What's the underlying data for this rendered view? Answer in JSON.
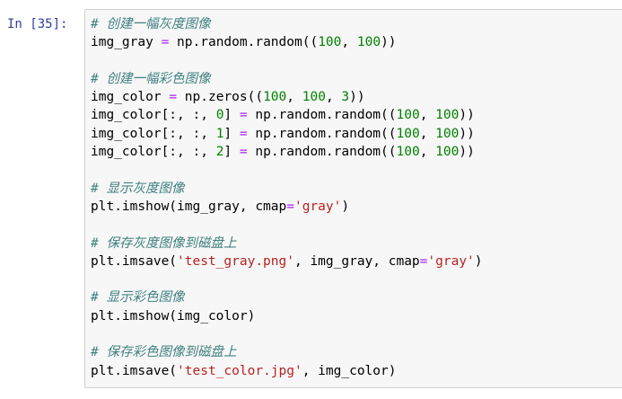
{
  "prompt": {
    "label": "In [35]:"
  },
  "lines": [
    [
      {
        "t": "# 创建一幅灰度图像",
        "c": "comment"
      }
    ],
    [
      {
        "t": "img_gray ",
        "c": "text"
      },
      {
        "t": "=",
        "c": "op"
      },
      {
        "t": " np.random.random((",
        "c": "text"
      },
      {
        "t": "100",
        "c": "num"
      },
      {
        "t": ", ",
        "c": "text"
      },
      {
        "t": "100",
        "c": "num"
      },
      {
        "t": "))",
        "c": "text"
      }
    ],
    [],
    [
      {
        "t": "# 创建一幅彩色图像",
        "c": "comment"
      }
    ],
    [
      {
        "t": "img_color ",
        "c": "text"
      },
      {
        "t": "=",
        "c": "op"
      },
      {
        "t": " np.zeros((",
        "c": "text"
      },
      {
        "t": "100",
        "c": "num"
      },
      {
        "t": ", ",
        "c": "text"
      },
      {
        "t": "100",
        "c": "num"
      },
      {
        "t": ", ",
        "c": "text"
      },
      {
        "t": "3",
        "c": "num"
      },
      {
        "t": "))",
        "c": "text"
      }
    ],
    [
      {
        "t": "img_color[:, :, ",
        "c": "text"
      },
      {
        "t": "0",
        "c": "num"
      },
      {
        "t": "] ",
        "c": "text"
      },
      {
        "t": "=",
        "c": "op"
      },
      {
        "t": " np.random.random((",
        "c": "text"
      },
      {
        "t": "100",
        "c": "num"
      },
      {
        "t": ", ",
        "c": "text"
      },
      {
        "t": "100",
        "c": "num"
      },
      {
        "t": "))",
        "c": "text"
      }
    ],
    [
      {
        "t": "img_color[:, :, ",
        "c": "text"
      },
      {
        "t": "1",
        "c": "num"
      },
      {
        "t": "] ",
        "c": "text"
      },
      {
        "t": "=",
        "c": "op"
      },
      {
        "t": " np.random.random((",
        "c": "text"
      },
      {
        "t": "100",
        "c": "num"
      },
      {
        "t": ", ",
        "c": "text"
      },
      {
        "t": "100",
        "c": "num"
      },
      {
        "t": "))",
        "c": "text"
      }
    ],
    [
      {
        "t": "img_color[:, :, ",
        "c": "text"
      },
      {
        "t": "2",
        "c": "num"
      },
      {
        "t": "] ",
        "c": "text"
      },
      {
        "t": "=",
        "c": "op"
      },
      {
        "t": " np.random.random((",
        "c": "text"
      },
      {
        "t": "100",
        "c": "num"
      },
      {
        "t": ", ",
        "c": "text"
      },
      {
        "t": "100",
        "c": "num"
      },
      {
        "t": "))",
        "c": "text"
      }
    ],
    [],
    [
      {
        "t": "# 显示灰度图像",
        "c": "comment"
      }
    ],
    [
      {
        "t": "plt.imshow(img_gray, cmap",
        "c": "text"
      },
      {
        "t": "=",
        "c": "op"
      },
      {
        "t": "'gray'",
        "c": "str"
      },
      {
        "t": ")",
        "c": "text"
      }
    ],
    [],
    [
      {
        "t": "# 保存灰度图像到磁盘上",
        "c": "comment"
      }
    ],
    [
      {
        "t": "plt.imsave(",
        "c": "text"
      },
      {
        "t": "'test_gray.png'",
        "c": "str"
      },
      {
        "t": ", img_gray, cmap",
        "c": "text"
      },
      {
        "t": "=",
        "c": "op"
      },
      {
        "t": "'gray'",
        "c": "str"
      },
      {
        "t": ")",
        "c": "text"
      }
    ],
    [],
    [
      {
        "t": "# 显示彩色图像",
        "c": "comment"
      }
    ],
    [
      {
        "t": "plt.imshow(img_color)",
        "c": "text"
      }
    ],
    [],
    [
      {
        "t": "# 保存彩色图像到磁盘上",
        "c": "comment"
      }
    ],
    [
      {
        "t": "plt.imsave(",
        "c": "text"
      },
      {
        "t": "'test_color.jpg'",
        "c": "str"
      },
      {
        "t": ", img_color)",
        "c": "text"
      }
    ]
  ],
  "colors": {
    "prompt": "#303f9f",
    "comment": "#408080",
    "operator": "#aa22ff",
    "number": "#008000",
    "string": "#ba2121",
    "editor_background": "#f7f7f7",
    "editor_border": "#cfcfcf"
  }
}
